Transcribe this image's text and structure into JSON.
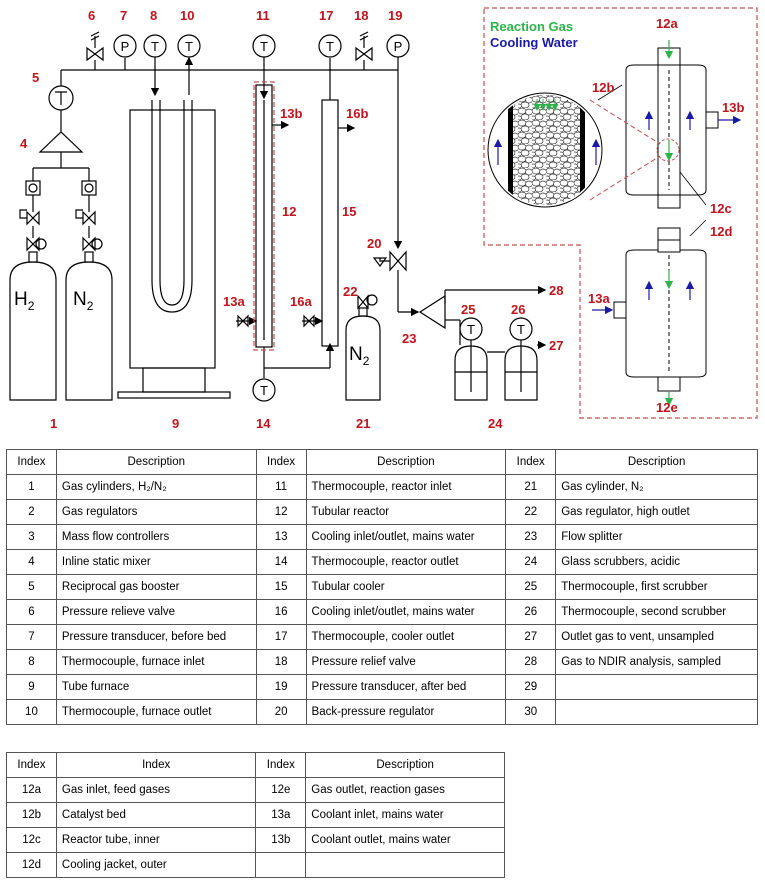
{
  "diagram": {
    "legend": {
      "reaction_gas": "Reaction Gas",
      "cooling_water": "Cooling Water"
    },
    "gas_labels": {
      "h2_main": "H",
      "h2_sub": "2",
      "n2_main": "N",
      "n2_sub": "2",
      "n2b_main": "N",
      "n2b_sub": "2"
    },
    "instrument_letters": {
      "pressure": "P",
      "temperature": "T"
    },
    "colors": {
      "label_red": "#c0141c",
      "reaction_gas_green": "#2db34a",
      "cooling_water_blue": "#1a1aa8",
      "inset_border": "#c0504d"
    },
    "labels": {
      "l1": "1",
      "l4": "4",
      "l5": "5",
      "l6": "6",
      "l7": "7",
      "l8": "8",
      "l9": "9",
      "l10": "10",
      "l11": "11",
      "l12": "12",
      "l13a": "13a",
      "l13b": "13b",
      "l14": "14",
      "l15": "15",
      "l16a": "16a",
      "l16b": "16b",
      "l17": "17",
      "l18": "18",
      "l19": "19",
      "l20": "20",
      "l21": "21",
      "l22": "22",
      "l23": "23",
      "l24": "24",
      "l25": "25",
      "l26": "26",
      "l27": "27",
      "l28": "28",
      "i12a": "12a",
      "i12b": "12b",
      "i12c": "12c",
      "i12d": "12d",
      "i12e": "12e",
      "i13a": "13a",
      "i13b": "13b"
    }
  },
  "table_main": {
    "headers": {
      "index": "Index",
      "description": "Description"
    },
    "rows": [
      {
        "i1": "1",
        "d1": "Gas cylinders, H₂/N₂",
        "i2": "11",
        "d2": "Thermocouple, reactor inlet",
        "i3": "21",
        "d3": "Gas cylinder, N₂"
      },
      {
        "i1": "2",
        "d1": "Gas regulators",
        "i2": "12",
        "d2": "Tubular reactor",
        "i3": "22",
        "d3": "Gas regulator, high outlet"
      },
      {
        "i1": "3",
        "d1": "Mass flow controllers",
        "i2": "13",
        "d2": "Cooling inlet/outlet, mains water",
        "i3": "23",
        "d3": "Flow splitter"
      },
      {
        "i1": "4",
        "d1": "Inline static mixer",
        "i2": "14",
        "d2": "Thermocouple, reactor outlet",
        "i3": "24",
        "d3": "Glass scrubbers, acidic"
      },
      {
        "i1": "5",
        "d1": "Reciprocal gas booster",
        "i2": "15",
        "d2": "Tubular cooler",
        "i3": "25",
        "d3": "Thermocouple, first scrubber"
      },
      {
        "i1": "6",
        "d1": "Pressure relieve valve",
        "i2": "16",
        "d2": "Cooling inlet/outlet, mains water",
        "i3": "26",
        "d3": "Thermocouple, second scrubber"
      },
      {
        "i1": "7",
        "d1": "Pressure transducer, before bed",
        "i2": "17",
        "d2": "Thermocouple, cooler outlet",
        "i3": "27",
        "d3": "Outlet gas to vent, unsampled"
      },
      {
        "i1": "8",
        "d1": "Thermocouple, furnace inlet",
        "i2": "18",
        "d2": "Pressure relief valve",
        "i3": "28",
        "d3": "Gas to NDIR analysis, sampled"
      },
      {
        "i1": "9",
        "d1": "Tube furnace",
        "i2": "19",
        "d2": "Pressure transducer, after bed",
        "i3": "29",
        "d3": ""
      },
      {
        "i1": "10",
        "d1": "Thermocouple, furnace outlet",
        "i2": "20",
        "d2": "Back-pressure regulator",
        "i3": "30",
        "d3": ""
      }
    ]
  },
  "table_detail": {
    "headers": {
      "index": "Index",
      "col2": "Index",
      "col3": "Index",
      "col4": "Description"
    },
    "rows": [
      {
        "i1": "12a",
        "d1": "Gas inlet, feed gases",
        "i2": "12e",
        "d2": "Gas outlet, reaction gases"
      },
      {
        "i1": "12b",
        "d1": "Catalyst bed",
        "i2": "13a",
        "d2": "Coolant inlet, mains water"
      },
      {
        "i1": "12c",
        "d1": "Reactor tube, inner",
        "i2": "13b",
        "d2": "Coolant outlet, mains water"
      },
      {
        "i1": "12d",
        "d1": "Cooling jacket, outer",
        "i2": "",
        "d2": ""
      }
    ]
  }
}
